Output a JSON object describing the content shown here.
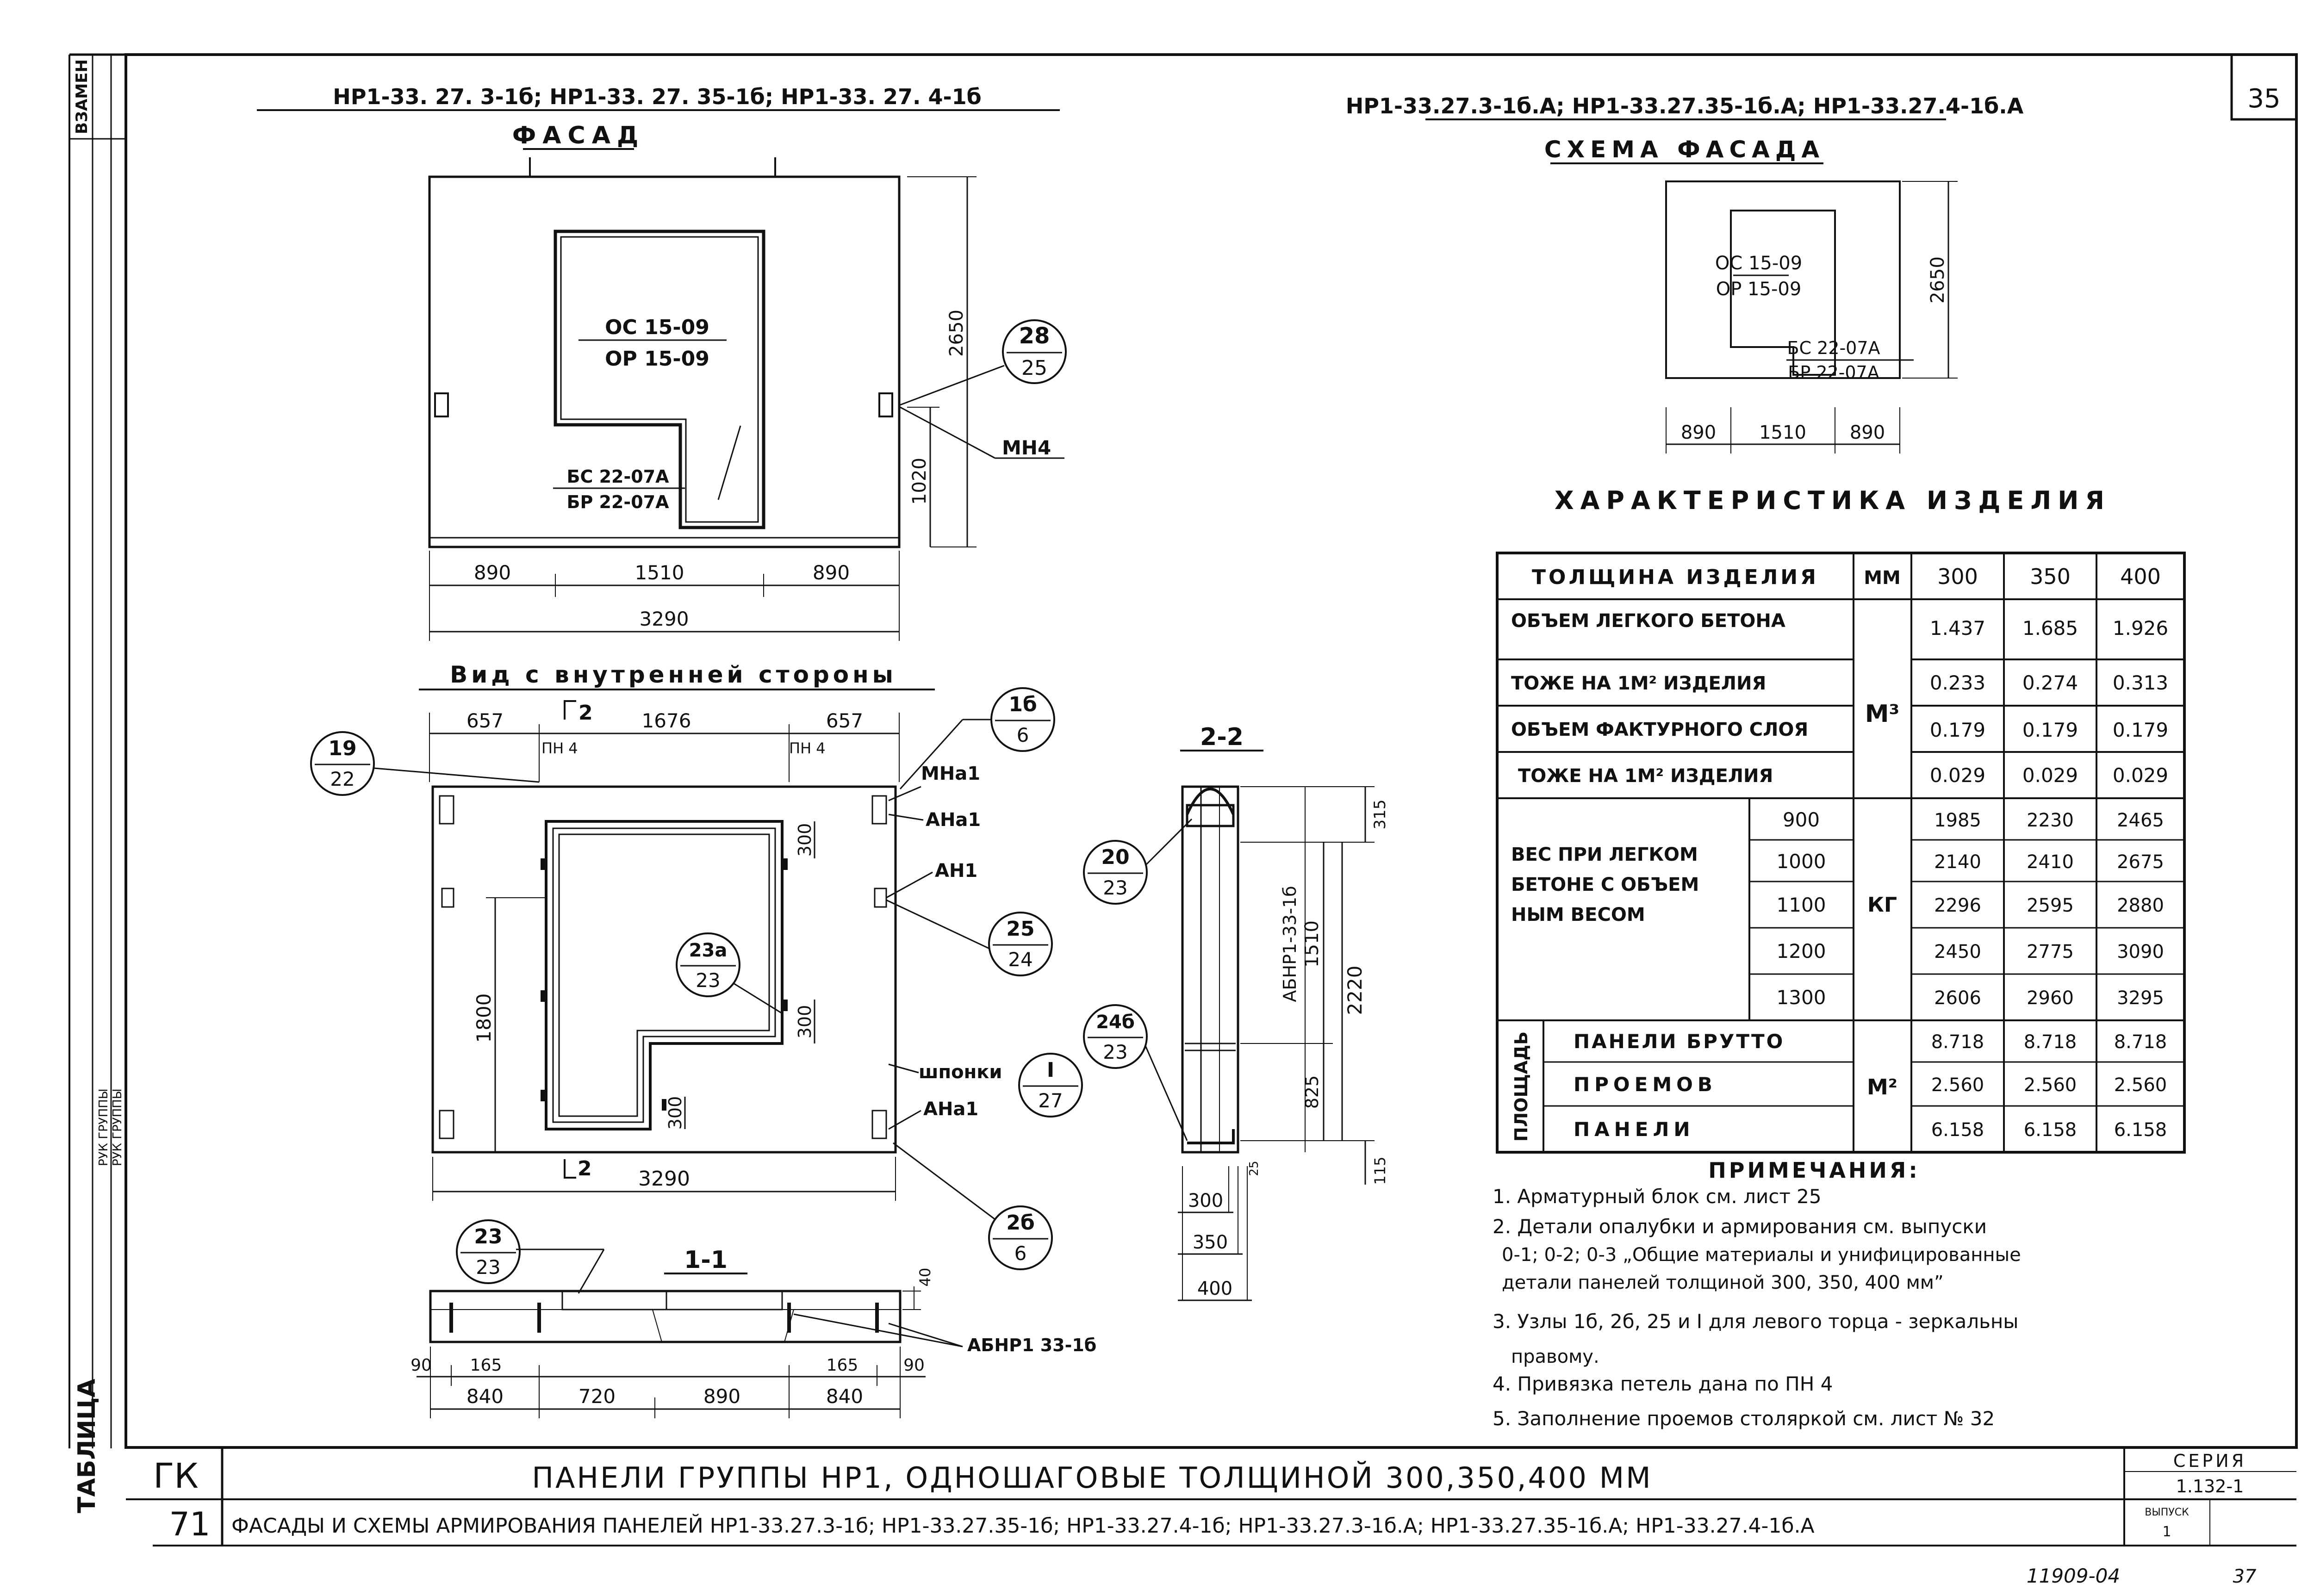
{
  "sheet_number": "35",
  "left_title": "НР1-33. 27. 3-1б; НР1-33. 27. 35-1б; НР1-33. 27. 4-1б",
  "right_title": "НР1-33.27.3-1б.А; НР1-33.27.35-1б.А; НР1-33.27.4-1б.А",
  "facade": {
    "heading": "ФАСАД",
    "opening_top": "ОС 15-09",
    "opening_bottom": "ОР 15-09",
    "door_top": "БС 22-07А",
    "door_bottom": "БР 22-07А",
    "dim_height": "2650",
    "dim_lower": "1020",
    "dim_left": "890",
    "dim_mid": "1510",
    "dim_right": "890",
    "dim_total": "3290",
    "node_top": "28",
    "node_bottom": "25",
    "mn_label": "МН4"
  },
  "scheme": {
    "heading": "СХЕМА ФАСАДА",
    "opening_top": "ОС 15-09",
    "opening_bottom": "ОР 15-09",
    "door_top": "БС 22-07А",
    "door_bottom": "БР 22-07А",
    "dim_height": "2650",
    "dim_left": "890",
    "dim_mid": "1510",
    "dim_right": "890"
  },
  "inner_view": {
    "heading": "Вид с внутренней стороны",
    "dim_left": "657",
    "dim_mid": "1676",
    "dim_right": "657",
    "dim_total": "3290",
    "dim_1800": "1800",
    "dim_300a": "300",
    "dim_300b": "300",
    "dim_300c": "300",
    "pn_left": "ПН 4",
    "pn_right": "ПН 4",
    "cut_top": "2",
    "cut_bottom": "2",
    "node_19": [
      "19",
      "22"
    ],
    "node_1b": [
      "1б",
      "6"
    ],
    "node_23a": [
      "23а",
      "23"
    ],
    "node_25": [
      "25",
      "24"
    ],
    "node_i": [
      "I",
      "27"
    ],
    "node_2b": [
      "2б",
      "6"
    ],
    "lbl_mna1": "МНа1",
    "lbl_ana1": "АНа1",
    "lbl_an1": "АН1",
    "lbl_shponki": "шпонки",
    "lbl_ana1b": "АНа1"
  },
  "section_22": {
    "heading": "2-2",
    "node_20": [
      "20",
      "23"
    ],
    "node_24b": [
      "24б",
      "23"
    ],
    "block_label": "АБНР1-33-1б",
    "dim_315": "315",
    "dim_1510": "1510",
    "dim_2220": "2220",
    "dim_825": "825",
    "dim_115": "115",
    "dim_25": "25",
    "th1": "300",
    "th2": "350",
    "th3": "400"
  },
  "section_11": {
    "heading": "1-1",
    "node_23": [
      "23",
      "23"
    ],
    "dim_40": "40",
    "block_label": "АБНР1 33-1б",
    "dims_small": [
      "90",
      "165",
      "165",
      "90"
    ],
    "dims_main": [
      "840",
      "720",
      "890",
      "840"
    ]
  },
  "characteristics": {
    "heading": "ХАРАКТЕРИСТИКА ИЗДЕЛИЯ",
    "col_thickness": "ТОЛЩИНА ИЗДЕЛИЯ",
    "unit_mm": "ММ",
    "cols": [
      "300",
      "350",
      "400"
    ],
    "row_volume": "ОБЪЕМ ЛЕГКОГО БЕТОНА",
    "row_volume_m2": "ТОЖЕ НА 1М² ИЗДЕЛИЯ",
    "row_facing": "ОБЪЕМ ФАКТУРНОГО СЛОЯ",
    "row_facing_m2": "ТОЖЕ НА 1М² ИЗДЕЛИЯ",
    "unit_m3": "М³",
    "v_volume": [
      "1.437",
      "1.685",
      "1.926"
    ],
    "v_volume_m2": [
      "0.233",
      "0.274",
      "0.313"
    ],
    "v_facing": [
      "0.179",
      "0.179",
      "0.179"
    ],
    "v_facing_m2": [
      "0.029",
      "0.029",
      "0.029"
    ],
    "weight_label_1": "ВЕС ПРИ ЛЕГКОМ",
    "weight_label_2": "БЕТОНЕ С ОБЪЕМ",
    "weight_label_3": "НЫМ ВЕСОМ",
    "unit_kg": "КГ",
    "weights": [
      {
        "density": "900",
        "v": [
          "1985",
          "2230",
          "2465"
        ]
      },
      {
        "density": "1000",
        "v": [
          "2140",
          "2410",
          "2675"
        ]
      },
      {
        "density": "1100",
        "v": [
          "2296",
          "2595",
          "2880"
        ]
      },
      {
        "density": "1200",
        "v": [
          "2450",
          "2775",
          "3090"
        ]
      },
      {
        "density": "1300",
        "v": [
          "2606",
          "2960",
          "3295"
        ]
      }
    ],
    "area_label": "ПЛОЩАДЬ",
    "area_gross": "ПАНЕЛИ БРУТТО",
    "area_openings": "ПРОЕМОВ",
    "area_panel": "ПАНЕЛИ",
    "unit_m2": "М²",
    "v_gross": [
      "8.718",
      "8.718",
      "8.718"
    ],
    "v_openings": [
      "2.560",
      "2.560",
      "2.560"
    ],
    "v_panel": [
      "6.158",
      "6.158",
      "6.158"
    ]
  },
  "notes": {
    "heading": "ПРИМЕЧАНИЯ:",
    "n1": "1. Арматурный блок см. лист 25",
    "n2a": "2. Детали опалубки и армирования см. выпуски",
    "n2b": "0-1; 0-2; 0-3 „Общие материалы и унифицированные",
    "n2c": "детали панелей толщиной 300, 350, 400 мм”",
    "n3a": "3. Узлы 1б, 2б, 25 и I для левого торца - зеркальны",
    "n3b": "правому.",
    "n4": "4. Привязка петель дана по ПН 4",
    "n5": "5. Заполнение проемов столяркой см. лист № 32"
  },
  "stamp": {
    "gk": "ГК",
    "num": "71",
    "title": "ПАНЕЛИ ГРУППЫ НР1, ОДНОШАГОВЫЕ ТОЛЩИНОЙ 300,350,400 ММ",
    "subtitle": "ФАСАДЫ И СХЕМЫ АРМИРОВАНИЯ ПАНЕЛЕЙ НР1-33.27.3-1б; НР1-33.27.35-1б; НР1-33.27.4-1б; НР1-33.27.3-1б.А; НР1-33.27.35-1б.А; НР1-33.27.4-1б.А",
    "seria_label": "СЕРИЯ",
    "seria": "1.132-1",
    "vypusk_label": "ВЫПУСК",
    "vypusk": "1",
    "inv": "11909-04",
    "page": "37"
  },
  "left_margin": {
    "vzamen": "ВЗАМЕН",
    "table": "ТАБЛИЦА",
    "ruk1": "РУК ГРУППЫ",
    "ruk2": "РУК ГРУППЫ"
  }
}
